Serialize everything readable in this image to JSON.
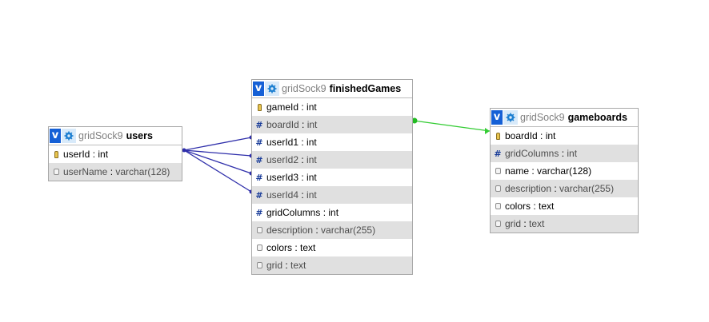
{
  "colors": {
    "relation_blue": "#2e2eaa",
    "relation_green": "#33cc33",
    "table_button": "#1560d6",
    "alt_row": "#e0e0e0"
  },
  "tables": {
    "users": {
      "db": "gridSock9",
      "name": "users",
      "columns": [
        {
          "name": "userId",
          "type": "int",
          "icon": "primary-key-icon"
        },
        {
          "name": "userName",
          "type": "varchar(128)",
          "icon": "text-field-icon"
        }
      ]
    },
    "finishedGames": {
      "db": "gridSock9",
      "name": "finishedGames",
      "columns": [
        {
          "name": "gameId",
          "type": "int",
          "icon": "primary-key-icon"
        },
        {
          "name": "boardId",
          "type": "int",
          "icon": "numeric-field-icon"
        },
        {
          "name": "userId1",
          "type": "int",
          "icon": "numeric-field-icon"
        },
        {
          "name": "userId2",
          "type": "int",
          "icon": "numeric-field-icon"
        },
        {
          "name": "userId3",
          "type": "int",
          "icon": "numeric-field-icon"
        },
        {
          "name": "userId4",
          "type": "int",
          "icon": "numeric-field-icon"
        },
        {
          "name": "gridColumns",
          "type": "int",
          "icon": "numeric-field-icon"
        },
        {
          "name": "description",
          "type": "varchar(255)",
          "icon": "text-field-icon"
        },
        {
          "name": "colors",
          "type": "text",
          "icon": "text-field-icon"
        },
        {
          "name": "grid",
          "type": "text",
          "icon": "text-field-icon"
        }
      ]
    },
    "gameboards": {
      "db": "gridSock9",
      "name": "gameboards",
      "columns": [
        {
          "name": "boardId",
          "type": "int",
          "icon": "primary-key-icon"
        },
        {
          "name": "gridColumns",
          "type": "int",
          "icon": "numeric-field-icon"
        },
        {
          "name": "name",
          "type": "varchar(128)",
          "icon": "text-field-icon"
        },
        {
          "name": "description",
          "type": "varchar(255)",
          "icon": "text-field-icon"
        },
        {
          "name": "colors",
          "type": "text",
          "icon": "text-field-icon"
        },
        {
          "name": "grid",
          "type": "text",
          "icon": "text-field-icon"
        }
      ]
    }
  },
  "relations": [
    {
      "from": "finishedGames.userId1",
      "to": "users.userId"
    },
    {
      "from": "finishedGames.userId2",
      "to": "users.userId"
    },
    {
      "from": "finishedGames.userId3",
      "to": "users.userId"
    },
    {
      "from": "finishedGames.userId4",
      "to": "users.userId"
    },
    {
      "from": "finishedGames.boardId",
      "to": "gameboards.boardId"
    }
  ]
}
